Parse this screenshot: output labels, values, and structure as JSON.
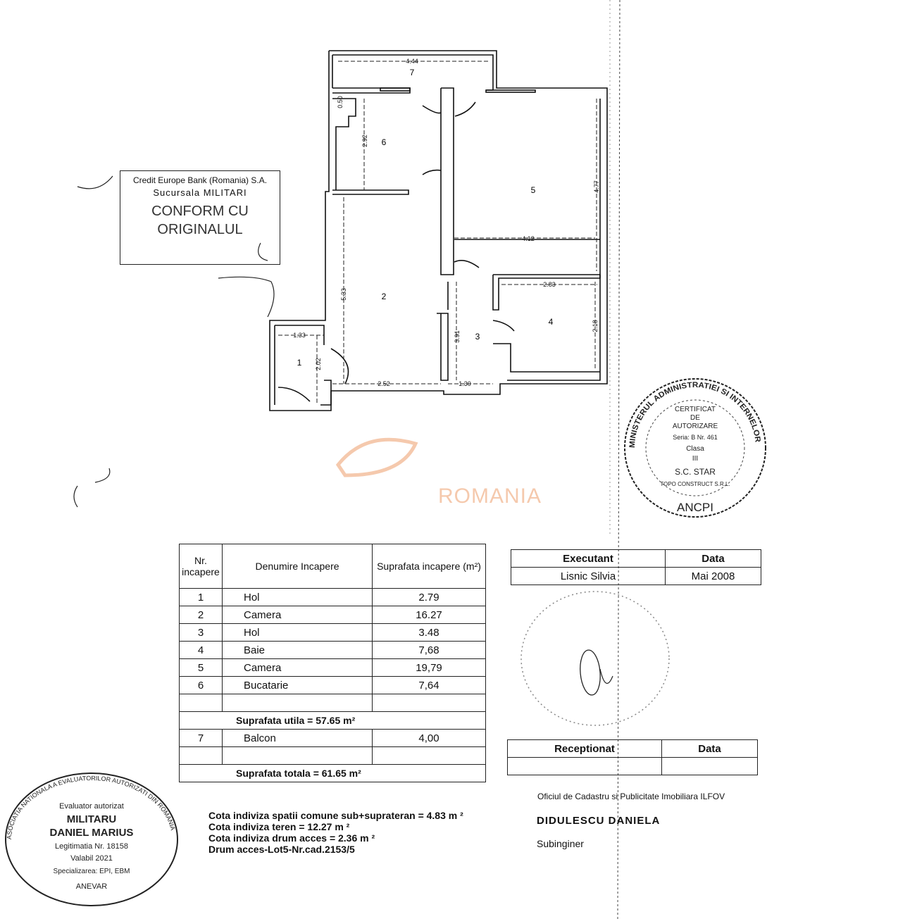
{
  "floor_plan": {
    "room_labels": [
      "7",
      "6",
      "5",
      "2",
      "1",
      "3",
      "4"
    ],
    "dimensions": [
      "4.44",
      "0.50",
      "2.92",
      "4.77",
      "4.12",
      "2.83",
      "2.18",
      "5.33",
      "3.91",
      "1.33",
      "2.02",
      "2.52",
      "1.30"
    ]
  },
  "bank_stamp": {
    "bank": "Credit Europe Bank (Romania) S.A.",
    "branch": "Sucursala MILITARI",
    "text_line1": "CONFORM CU",
    "text_line2": "ORIGINALUL"
  },
  "watermark": "ROMANIA",
  "ministry_stamp": {
    "ring": "MINISTERUL ADMINISTRATIEI SI INTERNELOR",
    "line1": "CERTIFICAT",
    "line2": "DE",
    "line3": "AUTORIZARE",
    "line4": "Seria: B Nr. 461",
    "line5": "Clasa",
    "line6": "III",
    "line7": "S.C. STAR",
    "line8": "TOPO CONSTRUCT S.R.L.",
    "bottom": "ANCPI"
  },
  "rooms_table": {
    "headers": [
      "Nr. incapere",
      "Denumire Incapere",
      "Suprafata incapere (m²)"
    ],
    "rows": [
      {
        "nr": "1",
        "name": "Hol",
        "area": "2.79"
      },
      {
        "nr": "2",
        "name": "Camera",
        "area": "16.27"
      },
      {
        "nr": "3",
        "name": "Hol",
        "area": "3.48"
      },
      {
        "nr": "4",
        "name": "Baie",
        "area": "7,68"
      },
      {
        "nr": "5",
        "name": "Camera",
        "area": "19,79"
      },
      {
        "nr": "6",
        "name": "Bucatarie",
        "area": "7,64"
      }
    ],
    "useful_total": "Suprafata utila = 57.65 m²",
    "balcony": {
      "nr": "7",
      "name": "Balcon",
      "area": "4,00"
    },
    "grand_total": "Suprafata totala = 61.65 m²"
  },
  "executant_table": {
    "headers": [
      "Executant",
      "Data"
    ],
    "values": [
      "Lisnic Silvia",
      "Mai 2008"
    ]
  },
  "receptionat_table": {
    "headers": [
      "Receptionat",
      "Data"
    ]
  },
  "notes": [
    "Cota indiviza spatii comune sub+suprateran = 4.83 m ²",
    "Cota indiviza  teren = 12.27 m ²",
    "Cota indiviza drum acces =  2.36 m ²",
    "Drum acces-Lot5-Nr.cad.2153/5"
  ],
  "office": {
    "institution": "Oficiul de Cadastru si Publicitate Imobiliara ILFOV",
    "name": "DIDULESCU DANIELA",
    "role": "Subinginer"
  },
  "evaluator_stamp": {
    "ring": "ASOCIATIA NATIONALA A EVALUATORILOR AUTORIZATI DIN ROMANIA",
    "title": "Evaluator autorizat",
    "name1": "MILITARU",
    "name2": "DANIEL MARIUS",
    "id": "Legitimatia Nr. 18158",
    "valid": "Valabil 2021",
    "spec": "Specializarea: EPI, EBM",
    "org": "ANEVAR"
  }
}
